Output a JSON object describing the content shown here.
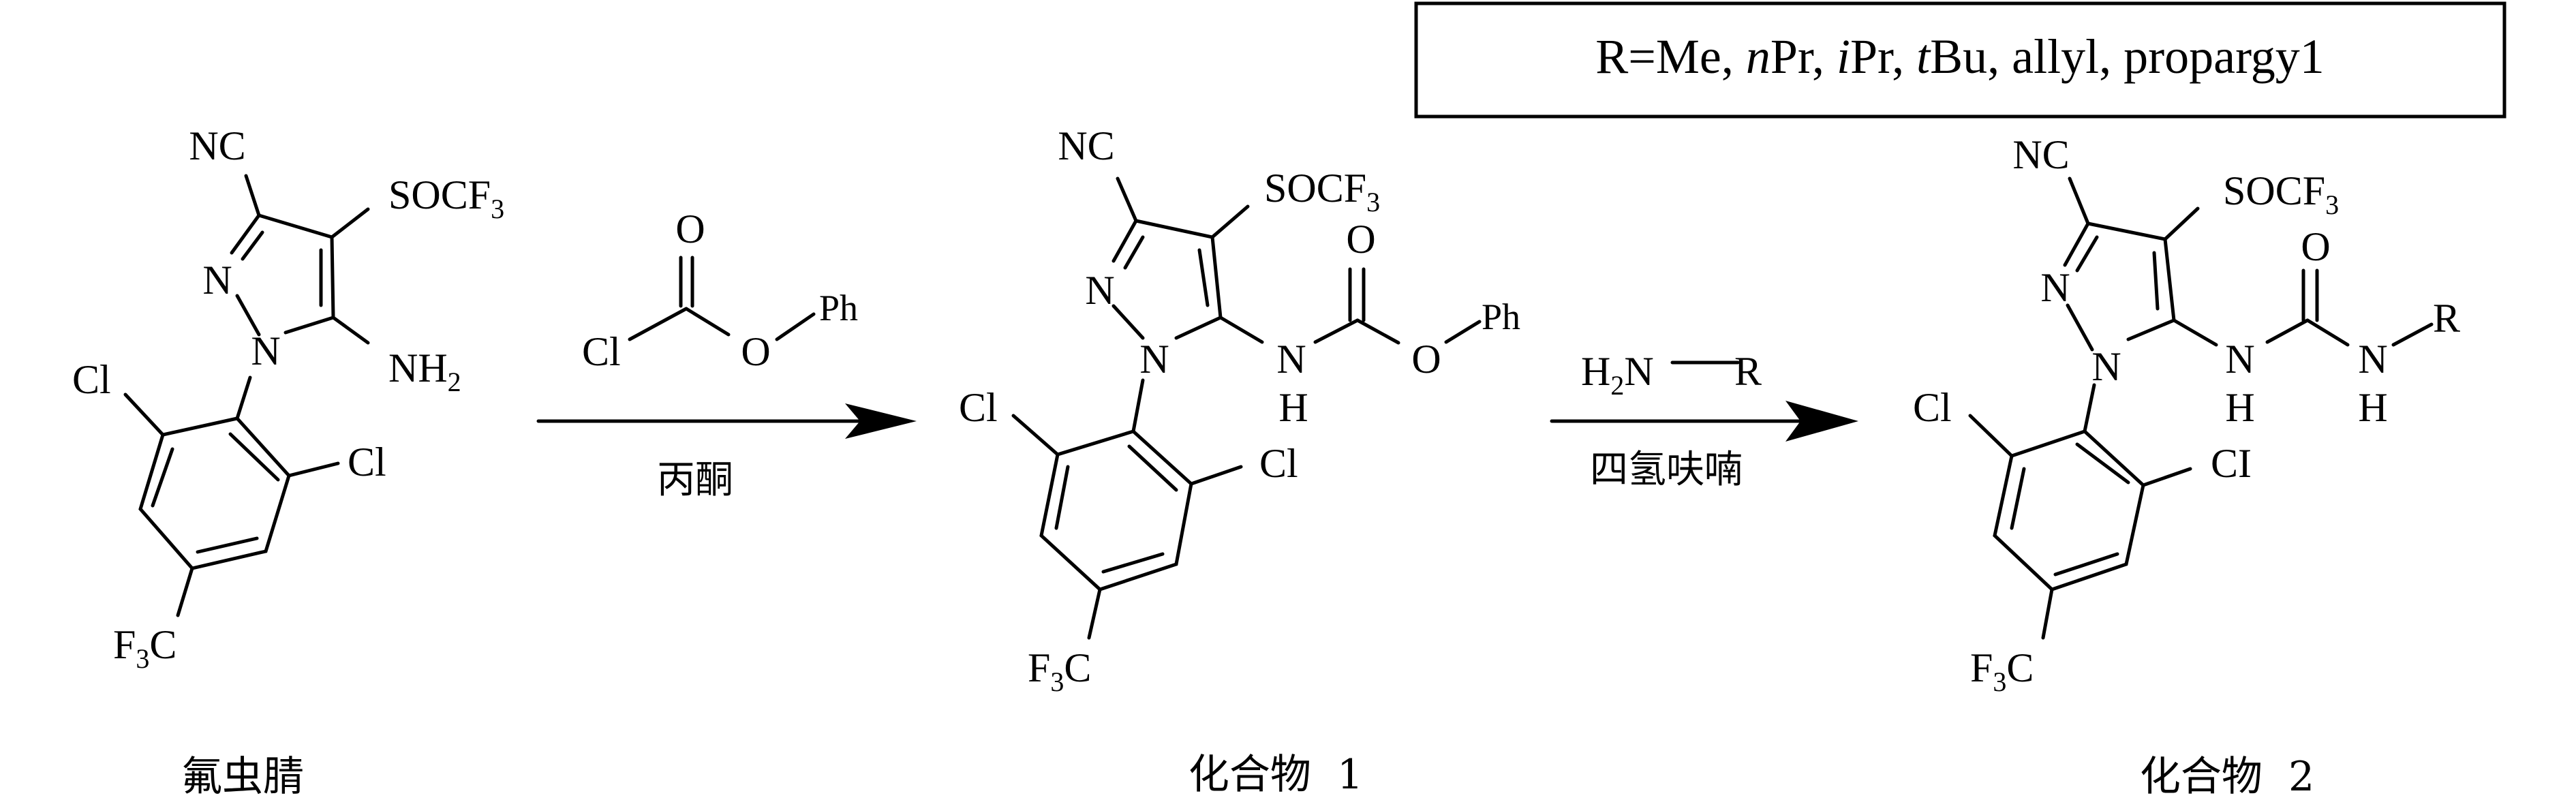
{
  "r_group_note": {
    "segments": [
      {
        "text": "R=Me, ",
        "italic": false
      },
      {
        "text": "n",
        "italic": true
      },
      {
        "text": "Pr, ",
        "italic": false
      },
      {
        "text": "i",
        "italic": true
      },
      {
        "text": "Pr, ",
        "italic": false
      },
      {
        "text": "t",
        "italic": true
      },
      {
        "text": "Bu, allyl, propargy1",
        "italic": false
      }
    ]
  },
  "compound_start": {
    "name": "氟虫腈",
    "atoms": {
      "nc": "NC",
      "socf3": {
        "main": "SOCF",
        "sub": "3"
      },
      "n2": "N",
      "n1": "N",
      "nh2": {
        "main": "NH",
        "sub": "2"
      },
      "cl_left": "Cl",
      "cl_right": "Cl",
      "f3c": {
        "pre": "F",
        "sub": "3",
        "post": "C"
      }
    }
  },
  "step1": {
    "reagent": {
      "o": "O",
      "cl": "Cl",
      "o_ester": "O",
      "ph": "Ph"
    },
    "solvent": "丙酮"
  },
  "compound_1": {
    "name": "化合物  1",
    "atoms": {
      "nc": "NC",
      "socf3": {
        "main": "SOCF",
        "sub": "3"
      },
      "n2": "N",
      "n1": "N",
      "nh_n": "N",
      "nh_h": "H",
      "o_carbonyl": "O",
      "o_ester": "O",
      "ph": "Ph",
      "cl_left": "Cl",
      "cl_right": "Cl",
      "f3c": {
        "pre": "F",
        "sub": "3",
        "post": "C"
      }
    }
  },
  "step2": {
    "reagent": {
      "h2n": {
        "pre": "H",
        "sub": "2",
        "post": "N"
      },
      "r": "R"
    },
    "solvent": "四氢呋喃"
  },
  "compound_2": {
    "name": "化合物  2",
    "atoms": {
      "nc": "NC",
      "socf3": {
        "main": "SOCF",
        "sub": "3"
      },
      "n2": "N",
      "n1": "N",
      "nh1_n": "N",
      "nh1_h": "H",
      "o_carbonyl": "O",
      "nh2_n": "N",
      "nh2_h": "H",
      "r": "R",
      "cl_left": "Cl",
      "cl_right": "CI",
      "f3c": {
        "pre": "F",
        "sub": "3",
        "post": "C"
      }
    }
  }
}
